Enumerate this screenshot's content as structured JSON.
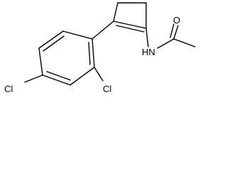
{
  "molecule": {
    "atoms": {
      "cl_left": "Cl",
      "cl_right": "Cl",
      "nh": "HN",
      "oxygen": "O"
    },
    "colors": {
      "bond": "#000000",
      "label": "#000000",
      "background": "#ffffff"
    }
  }
}
